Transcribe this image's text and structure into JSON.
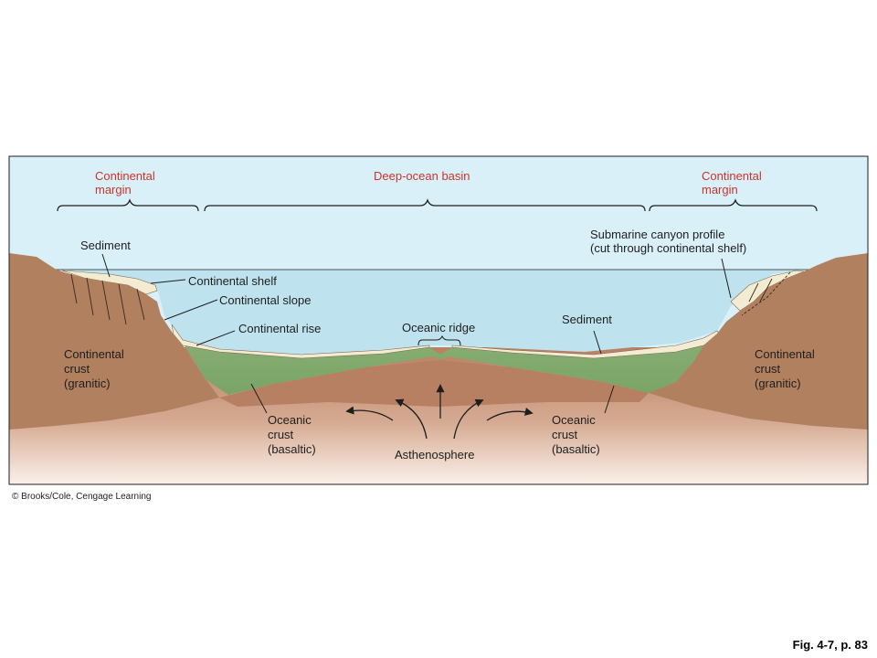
{
  "regions": {
    "left_margin": [
      "Continental",
      "margin"
    ],
    "deep_ocean": "Deep-ocean basin",
    "right_margin": [
      "Continental",
      "margin"
    ]
  },
  "labels": {
    "sediment_left": "Sediment",
    "continental_shelf": "Continental shelf",
    "continental_slope": "Continental slope",
    "continental_rise": "Continental rise",
    "oceanic_ridge": "Oceanic ridge",
    "sediment_right": "Sediment",
    "canyon": [
      "Submarine canyon profile",
      "(cut through continental shelf)"
    ],
    "crust_left": [
      "Continental",
      "crust",
      "(granitic)"
    ],
    "crust_right": [
      "Continental",
      "crust",
      "(granitic)"
    ],
    "oceanic_left": [
      "Oceanic",
      "crust",
      "(basaltic)"
    ],
    "oceanic_right": [
      "Oceanic",
      "crust",
      "(basaltic)"
    ],
    "asthenosphere": "Asthenosphere"
  },
  "credit": "© Brooks/Cole, Cengage Learning",
  "fig_number": "Fig. 4-7, p. 83",
  "colors": {
    "sky": "#daf0f8",
    "ocean": "#bfe3ee",
    "sediment": "#f3ecd2",
    "continental_crust": "#b0805f",
    "oceanic_crust": "#86ad73",
    "mantle_top": "#b88062",
    "mantle_bottom": "#fbf1ea",
    "label_red": "#c7352b"
  }
}
